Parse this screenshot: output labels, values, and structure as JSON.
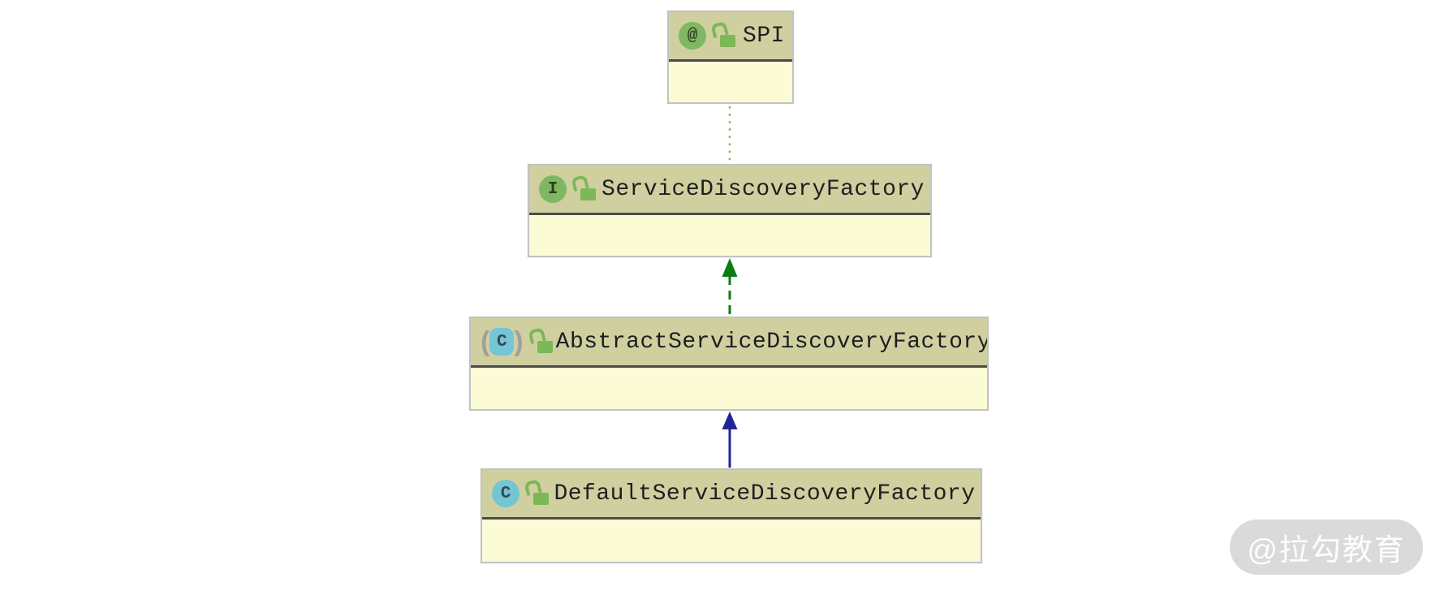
{
  "diagram": {
    "type": "uml-class-diagram",
    "nodes": [
      {
        "name": "SPI",
        "kind": "annotation",
        "icon_glyph": "@",
        "visibility": "public"
      },
      {
        "name": "ServiceDiscoveryFactory",
        "kind": "interface",
        "icon_glyph": "I",
        "visibility": "public"
      },
      {
        "name": "AbstractServiceDiscoveryFactory",
        "kind": "abstract-class",
        "icon_glyph": "C",
        "visibility": "public"
      },
      {
        "name": "DefaultServiceDiscoveryFactory",
        "kind": "class",
        "icon_glyph": "C",
        "visibility": "public"
      }
    ],
    "edges": [
      {
        "from": "ServiceDiscoveryFactory",
        "to": "SPI",
        "relation": "annotated-with",
        "line_style": "dotted",
        "arrowhead": "none",
        "color": "#a9a75d"
      },
      {
        "from": "AbstractServiceDiscoveryFactory",
        "to": "ServiceDiscoveryFactory",
        "relation": "implements",
        "line_style": "dashed",
        "arrowhead": "solid-triangle",
        "color": "#0a7d12"
      },
      {
        "from": "DefaultServiceDiscoveryFactory",
        "to": "AbstractServiceDiscoveryFactory",
        "relation": "extends",
        "line_style": "solid",
        "arrowhead": "solid-triangle",
        "color": "#212496"
      }
    ],
    "colors": {
      "node_header_bg": "#cfcfa0",
      "node_body_bg": "#fbfbd5",
      "node_border": "#c3c3c3",
      "header_divider": "#4b4b4b",
      "annotation_icon_bg": "#7fb763",
      "interface_icon_bg": "#7fb763",
      "class_icon_bg": "#74c5d6",
      "lock_icon": "#7cb856",
      "title_text": "#1e1e1e"
    },
    "watermark": {
      "text": "@拉勾教育",
      "bg": "#dadada",
      "text_color": "#ffffff"
    }
  }
}
